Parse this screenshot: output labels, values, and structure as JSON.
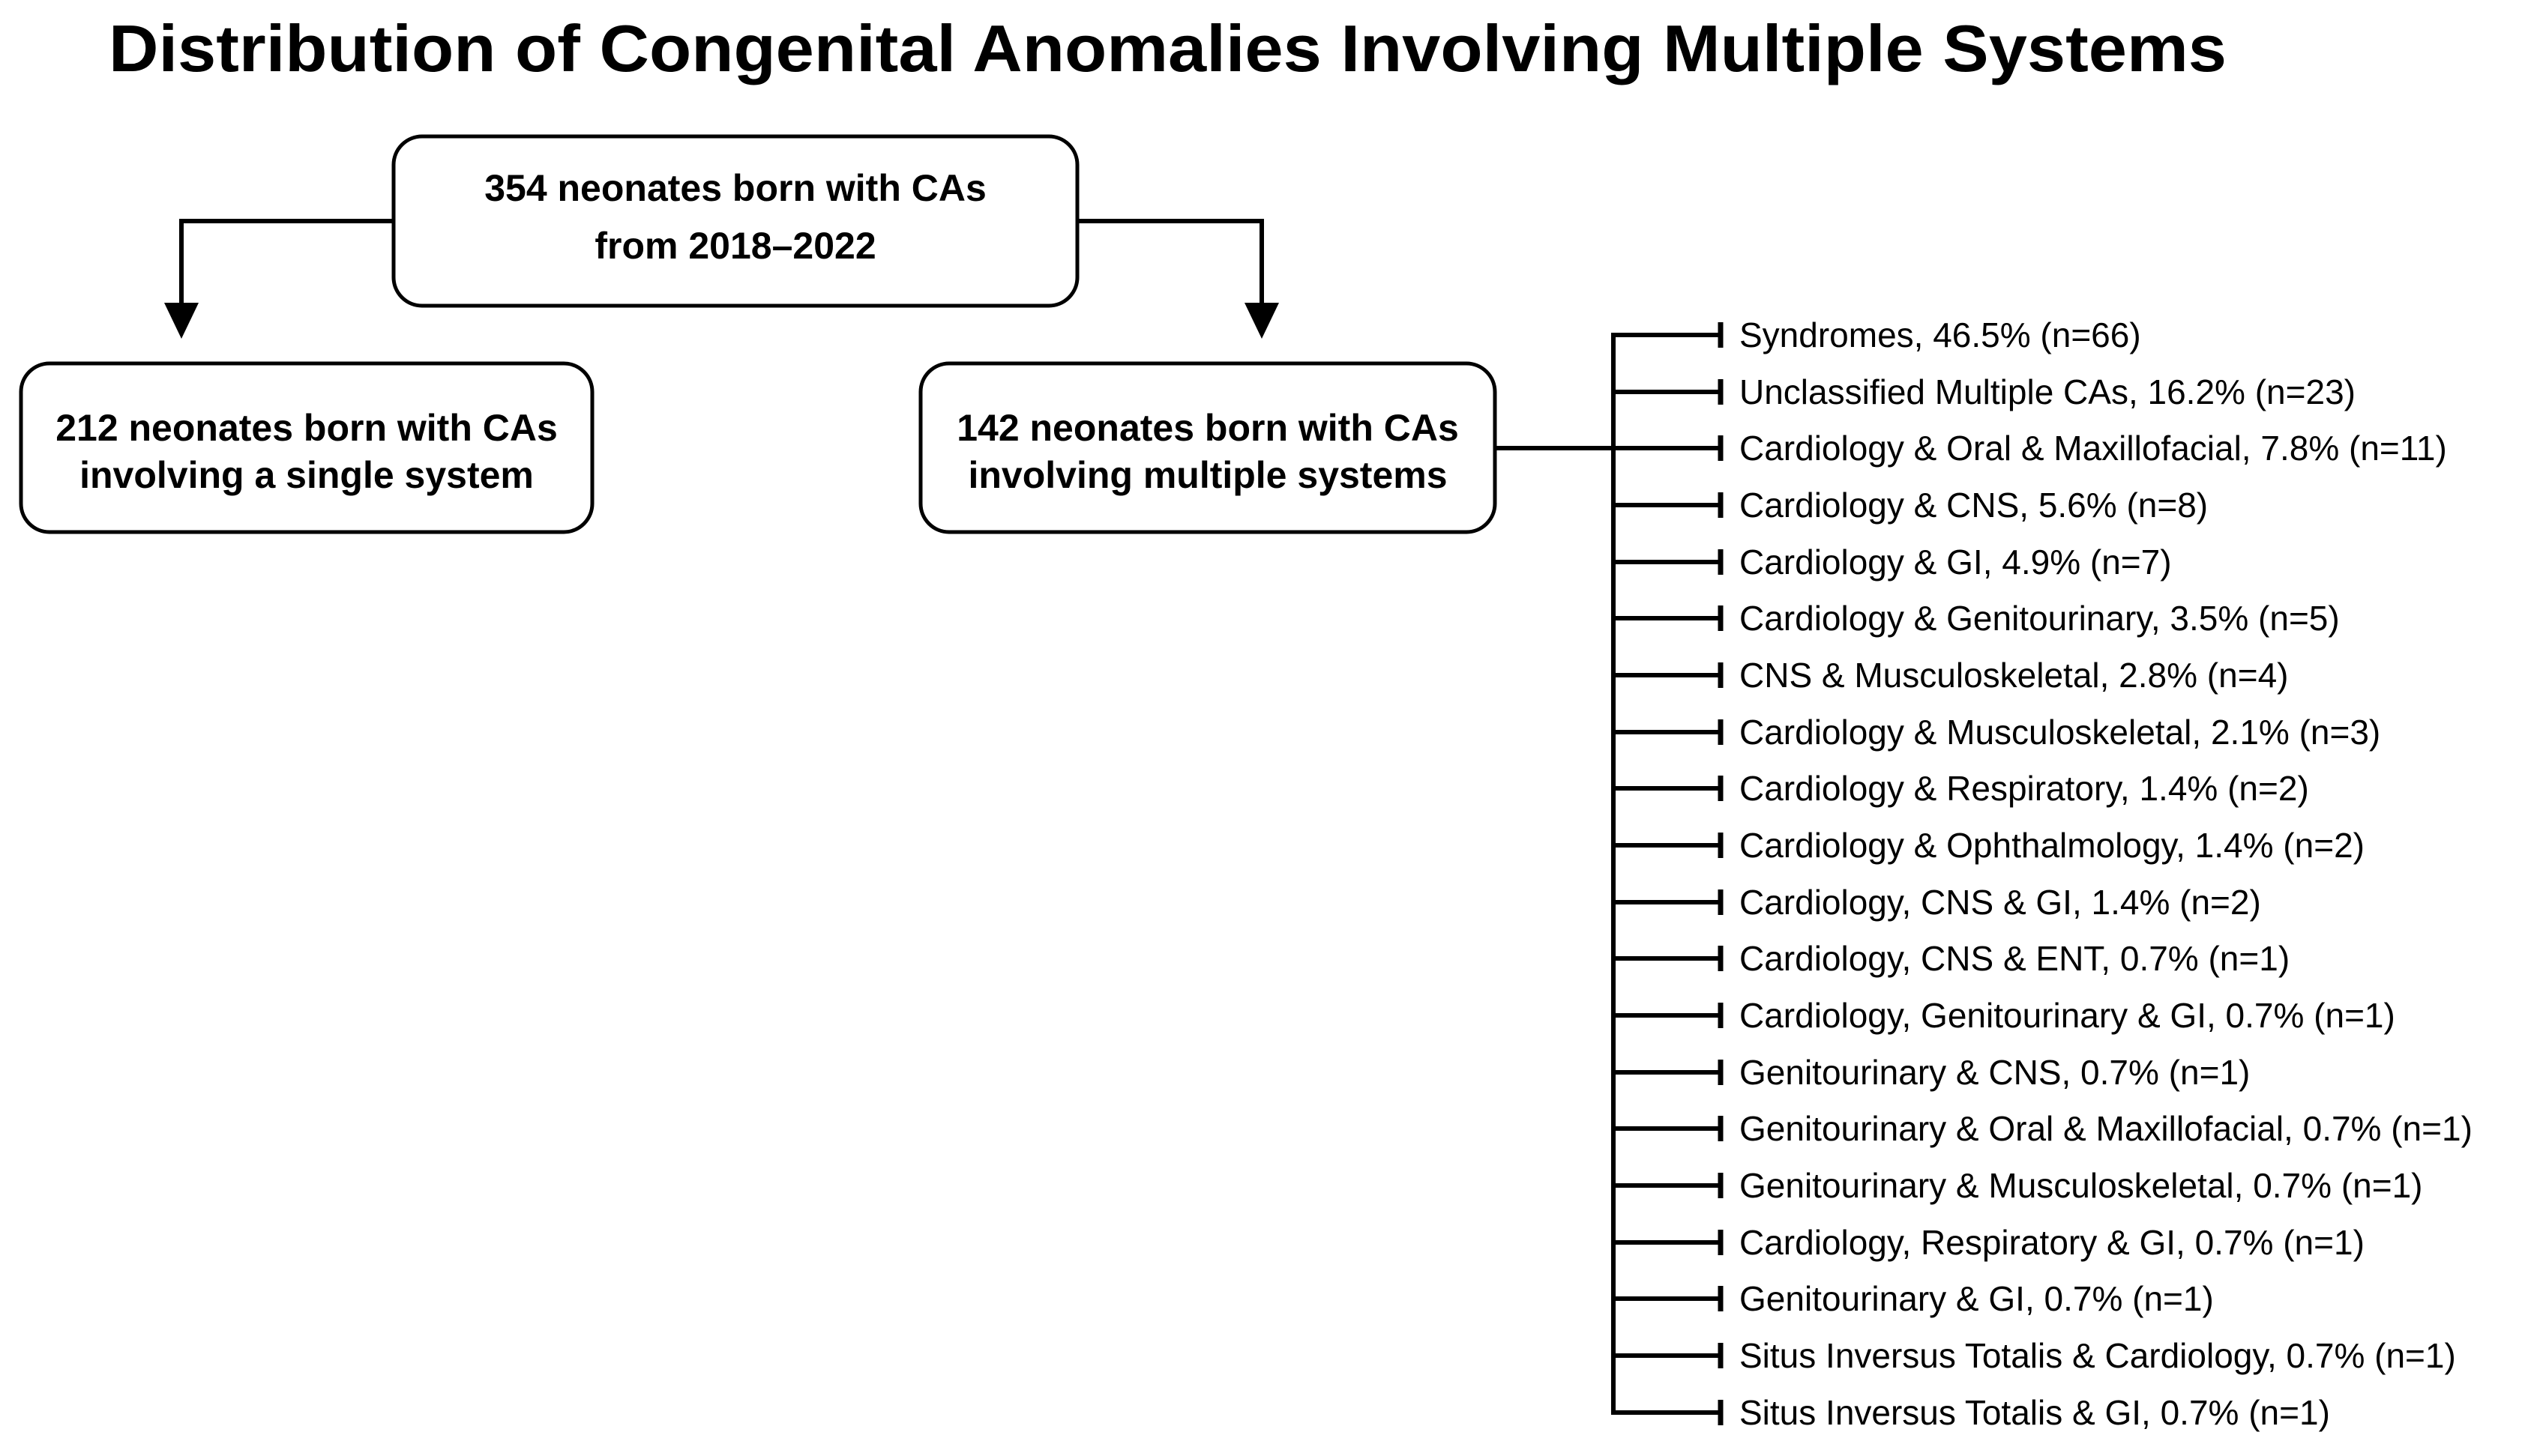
{
  "figure": {
    "title": "Distribution of Congenital Anomalies Involving Multiple Systems",
    "nodes": {
      "root": {
        "line1": "354 neonates born with CAs",
        "line2": "from 2018–2022"
      },
      "single_system": {
        "line1": "212 neonates born with CAs",
        "line2": "involving a single system"
      },
      "multiple_systems": {
        "line1": "142 neonates born with CAs",
        "line2": "involving multiple systems"
      }
    },
    "branches": [
      "Syndromes, 46.5% (n=66)",
      "Unclassified Multiple CAs, 16.2% (n=23)",
      "Cardiology & Oral & Maxillofacial, 7.8% (n=11)",
      "Cardiology & CNS, 5.6% (n=8)",
      "Cardiology & GI, 4.9% (n=7)",
      "Cardiology & Genitourinary, 3.5% (n=5)",
      "CNS & Musculoskeletal, 2.8% (n=4)",
      "Cardiology & Musculoskeletal, 2.1% (n=3)",
      "Cardiology & Respiratory, 1.4% (n=2)",
      "Cardiology & Ophthalmology, 1.4% (n=2)",
      "Cardiology, CNS & GI, 1.4% (n=2)",
      "Cardiology, CNS & ENT, 0.7% (n=1)",
      "Cardiology, Genitourinary & GI, 0.7% (n=1)",
      "Genitourinary & CNS, 0.7% (n=1)",
      "Genitourinary & Oral & Maxillofacial, 0.7% (n=1)",
      "Genitourinary & Musculoskeletal, 0.7% (n=1)",
      "Cardiology, Respiratory & GI, 0.7% (n=1)",
      "Genitourinary & GI, 0.7% (n=1)",
      "Situs Inversus Totalis & Cardiology, 0.7% (n=1)",
      "Situs Inversus Totalis & GI, 0.7% (n=1)"
    ],
    "colors": {
      "line": "#000000",
      "text": "#000000",
      "background": "#ffffff"
    }
  }
}
